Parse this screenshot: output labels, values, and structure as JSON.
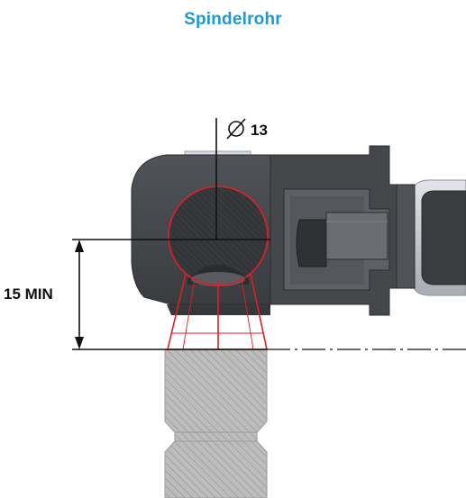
{
  "title": "Spindelrohr",
  "dimensions": {
    "diameter_value": "13",
    "min_height_label": "15 MIN"
  },
  "colors": {
    "title": "#1b9ad6",
    "body_dark": "#3b3d40",
    "body_mid": "#4a4c50",
    "body_light": "#5e6166",
    "ball": "#333538",
    "outline_red": "#e01e26",
    "spindle_fill": "#bdbdbd",
    "spindle_hatch": "#8f8f8f",
    "dimension_lines": "#111111",
    "tube_silver": "#c9ccd0"
  },
  "icons": {
    "diameter_symbol": "diameter-icon"
  }
}
